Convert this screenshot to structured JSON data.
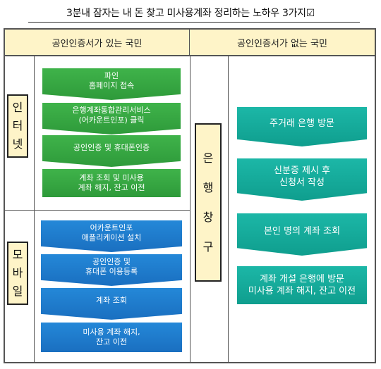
{
  "title": "3분내 잠자는 내 돈 찾고 미사용계좌 정리하는 노하우 3가지☑",
  "headers": {
    "left": "공인인증서가 있는 국민",
    "right": "공인인증서가 없는 국민"
  },
  "sections": {
    "internet": {
      "label": [
        "인",
        "터",
        "넷"
      ]
    },
    "mobile": {
      "label": [
        "모",
        "바",
        "일"
      ]
    },
    "branch": {
      "label": [
        "은",
        "행",
        "창",
        "구"
      ]
    }
  },
  "internet_steps": [
    "파인\n홈페이지 접속",
    "은행계좌통합관리서비스\n(어카운트인포) 클릭",
    "공인인증 및 휴대폰인증",
    "계좌 조회 및 미사용\n계좌 해지, 잔고 이전"
  ],
  "mobile_steps": [
    "어카운트인포\n애플리케이션 설치",
    "공인인증 및\n휴대폰 이용등록",
    "계좌 조회",
    "미사용 계좌 해지,\n잔고 이전"
  ],
  "branch_steps": [
    "주거래 은행 방문",
    "신분증 제시 후\n신청서 작성",
    "본인 명의 계좌 조회",
    "계좌 개설 은행에 방문\n미사용 계좌 해지, 잔고 이전"
  ],
  "colors": {
    "internet": "#3fb34a",
    "mobile": "#2488d8",
    "branch": "#1cb7a7",
    "header_bg": "#fef4c8"
  }
}
